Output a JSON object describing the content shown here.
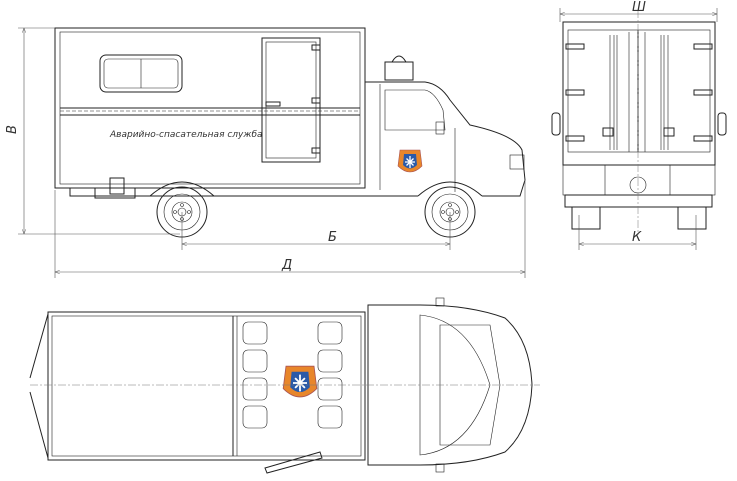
{
  "side_view": {
    "body_text": "Аварийно-спасательная служба",
    "emblem": "emergency-service-emblem"
  },
  "dimensions": {
    "height": "В",
    "wheelbase": "Б",
    "length": "Д",
    "width": "Ш",
    "track": "К"
  },
  "colors": {
    "line": "#222222",
    "emblem_orange": "#e8862a",
    "emblem_blue": "#2a5aa8"
  }
}
